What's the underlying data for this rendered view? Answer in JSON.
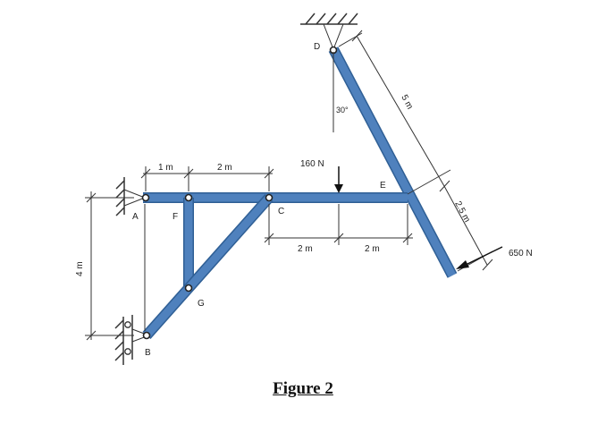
{
  "caption": "Figure 2",
  "colors": {
    "member": "#4f81bd",
    "member_edge": "#2f5f95",
    "line": "#333333"
  },
  "joints": {
    "A": "A",
    "B": "B",
    "C": "C",
    "D": "D",
    "E": "E",
    "F": "F",
    "G": "G"
  },
  "dimensions": {
    "af": "1 m",
    "fc": "2 m",
    "c_to_load": "2 m",
    "load_to_e": "2 m",
    "vertical": "4 m",
    "de": "5 m",
    "e_to_end": "2.5 m"
  },
  "loads": {
    "vertical": "160 N",
    "inclined": "650 N"
  },
  "angle": "30°"
}
